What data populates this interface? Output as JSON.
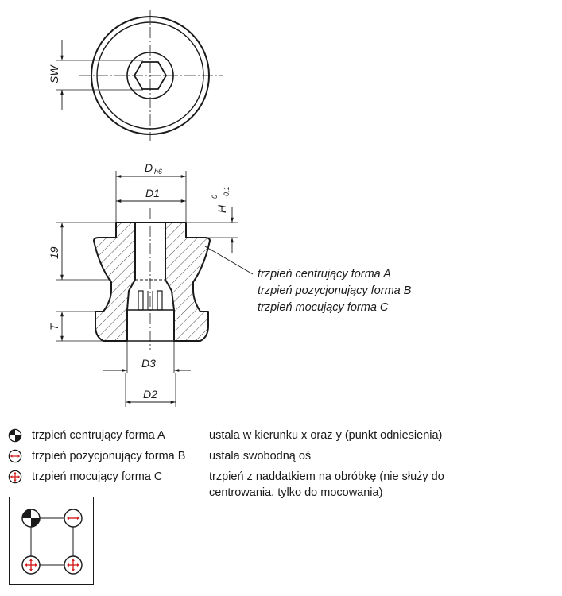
{
  "dimensions": {
    "sw": "SW",
    "d": "D",
    "d_sub": "h6",
    "d1": "D1",
    "h": "H",
    "h_tol_upper": "0",
    "h_tol_lower": "-0,1",
    "len19": "19",
    "t": "T",
    "d3": "D3",
    "d2": "D2"
  },
  "callout": {
    "line1": "trzpień centrujący forma A",
    "line2": "trzpień pozycjonujący forma B",
    "line3": "trzpień mocujący forma C"
  },
  "legend": [
    {
      "name": "trzpień centrujący forma A",
      "desc": "ustala w kierunku x oraz y (punkt odniesienia)",
      "icon": "centering-pin-icon"
    },
    {
      "name": "trzpień pozycjonujący forma B",
      "desc": "ustala swobodną oś",
      "icon": "positioning-pin-icon"
    },
    {
      "name": "trzpień mocujący forma C",
      "desc": "trzpień z naddatkiem na obróbkę (nie służy do centrowania, tylko do mocowania)",
      "icon": "clamping-pin-icon"
    }
  ],
  "colors": {
    "line": "#1a1a1a",
    "accent_red": "#d42020"
  }
}
